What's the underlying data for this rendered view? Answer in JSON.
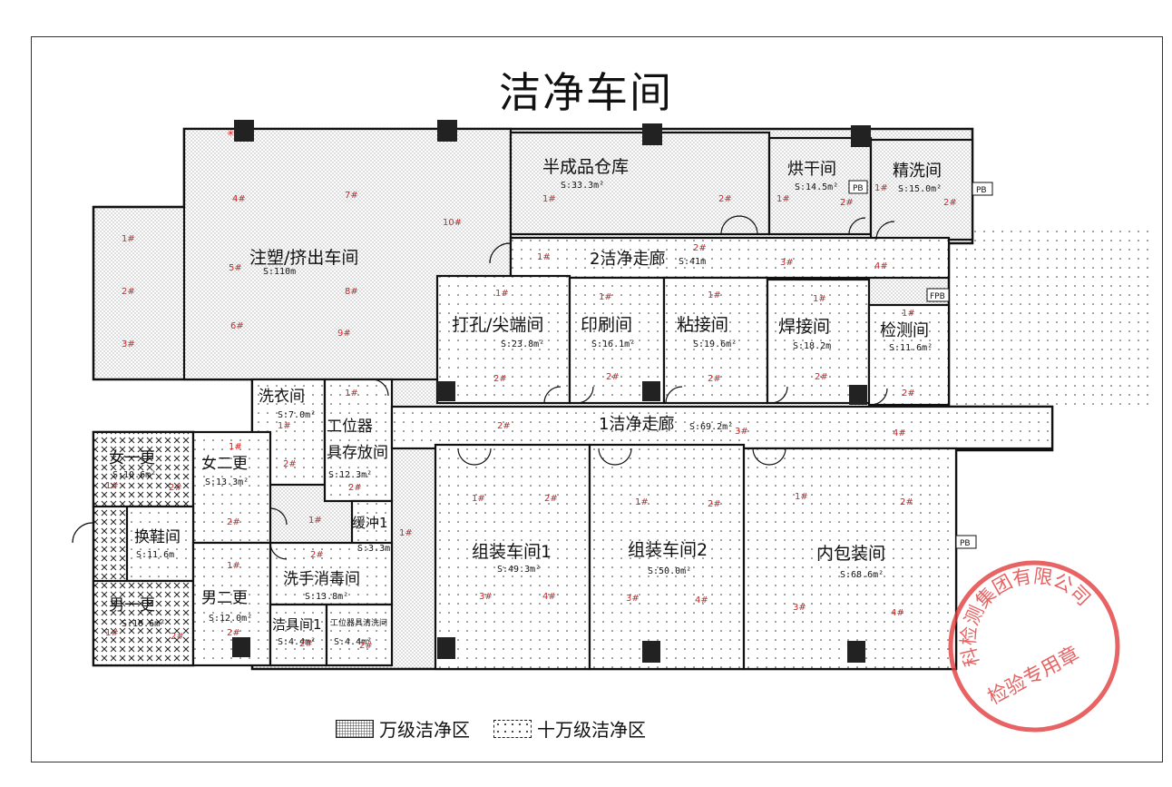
{
  "title": "洁净车间",
  "legend": [
    {
      "pattern": "dense",
      "label": "万级洁净区"
    },
    {
      "pattern": "sparse",
      "label": "十万级洁净区"
    }
  ],
  "rooms": [
    {
      "id": "zhusu",
      "name": "注塑/挤出车间",
      "area": "S:110m"
    },
    {
      "id": "banchengpin",
      "name": "半成品仓库",
      "area": "S:33.3m²"
    },
    {
      "id": "honggan",
      "name": "烘干间",
      "area": "S:14.5m²"
    },
    {
      "id": "jingxi",
      "name": "精洗间",
      "area": "S:15.0m²"
    },
    {
      "id": "zoulang2",
      "name": "2洁净走廊",
      "area": "S:41m"
    },
    {
      "id": "dakong",
      "name": "打孔/尖端间",
      "area": "S:23.8m²"
    },
    {
      "id": "yinshua",
      "name": "印刷间",
      "area": "S:16.1m²"
    },
    {
      "id": "zhanjie",
      "name": "粘接间",
      "area": "S:19.6m²"
    },
    {
      "id": "hanjie",
      "name": "焊接间",
      "area": "S:18.2m"
    },
    {
      "id": "jiance",
      "name": "检测间",
      "area": "S:11.6m²"
    },
    {
      "id": "xiyi",
      "name": "洗衣间",
      "area": "S:7.0m²"
    },
    {
      "id": "gongweiqi",
      "name": "工位器具存放间",
      "area": "S:12.3m²"
    },
    {
      "id": "zoulang1",
      "name": "1洁净走廊",
      "area": "S:69.2m²"
    },
    {
      "id": "nvyi",
      "name": "女一更",
      "area": "S:10.6m²"
    },
    {
      "id": "nver",
      "name": "女二更",
      "area": "S:13.3m²"
    },
    {
      "id": "huanxie",
      "name": "换鞋间",
      "area": "S:11.6m"
    },
    {
      "id": "huanchong",
      "name": "缓冲1",
      "area": "S:3.3m"
    },
    {
      "id": "xishou",
      "name": "洗手消毒间",
      "area": "S:13.8m²"
    },
    {
      "id": "nanyi",
      "name": "男一更",
      "area": "S:10.6m²"
    },
    {
      "id": "naner",
      "name": "男二更",
      "area": "S:12.0m²"
    },
    {
      "id": "jieju",
      "name": "洁具间1",
      "area": "S:4.4m²"
    },
    {
      "id": "qingxi",
      "name": "工位器具清洗间",
      "area": "S:4.4m²"
    },
    {
      "id": "zuzhuang1",
      "name": "组装车间1",
      "area": "S:49.3m²"
    },
    {
      "id": "zuzhuang2",
      "name": "组装车间2",
      "area": "S:50.0m²"
    },
    {
      "id": "neibao",
      "name": "内包装间",
      "area": "S:68.6m²"
    }
  ],
  "sample_points": [
    "1#",
    "2#",
    "3#",
    "4#",
    "5#",
    "6#",
    "7#",
    "8#",
    "9#",
    "10#"
  ],
  "equipment_labels": [
    "PB",
    "FPB"
  ],
  "seal_text": "检验专用章",
  "seal_ring_text": "科检测集团有限公司",
  "colors": {
    "line": "#111111",
    "mark": "#d62020",
    "seal": "#e23c3c",
    "paper": "#ffffff"
  }
}
